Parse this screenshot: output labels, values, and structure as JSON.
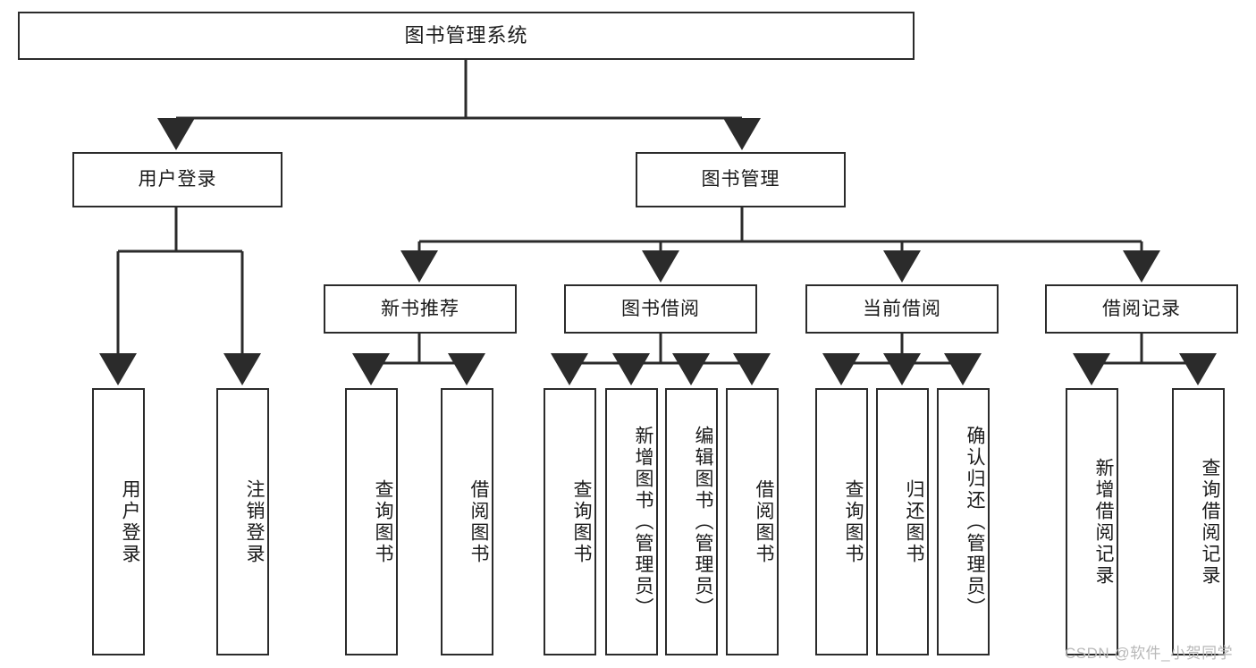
{
  "diagram": {
    "type": "hierarchy-tree",
    "title": "图书管理系统",
    "watermark": "CSDN @软件_小贺同学",
    "root": {
      "id": "root",
      "label": "图书管理系统"
    },
    "level2": [
      {
        "id": "user-login",
        "label": "用户登录"
      },
      {
        "id": "book-manage",
        "label": "图书管理"
      }
    ],
    "level3": [
      {
        "id": "new-book-rec",
        "label": "新书推荐",
        "parent": "book-manage"
      },
      {
        "id": "book-borrow",
        "label": "图书借阅",
        "parent": "book-manage"
      },
      {
        "id": "current-borrow",
        "label": "当前借阅",
        "parent": "book-manage"
      },
      {
        "id": "borrow-record",
        "label": "借阅记录",
        "parent": "book-manage"
      }
    ],
    "leaves": [
      {
        "id": "leaf-user-login",
        "label": "用户登录",
        "parent": "user-login"
      },
      {
        "id": "leaf-user-logout",
        "label": "注销登录",
        "parent": "user-login"
      },
      {
        "id": "leaf-query-book-1",
        "label": "查询图书",
        "parent": "new-book-rec"
      },
      {
        "id": "leaf-borrow-book-1",
        "label": "借阅图书",
        "parent": "new-book-rec"
      },
      {
        "id": "leaf-query-book-2",
        "label": "查询图书",
        "parent": "book-borrow"
      },
      {
        "id": "leaf-add-book",
        "label": "新增图书（管理员）",
        "parent": "book-borrow"
      },
      {
        "id": "leaf-edit-book",
        "label": "编辑图书（管理员）",
        "parent": "book-borrow"
      },
      {
        "id": "leaf-borrow-book-2",
        "label": "借阅图书",
        "parent": "book-borrow"
      },
      {
        "id": "leaf-query-book-3",
        "label": "查询图书",
        "parent": "current-borrow"
      },
      {
        "id": "leaf-return-book",
        "label": "归还图书",
        "parent": "current-borrow"
      },
      {
        "id": "leaf-confirm-return",
        "label": "确认归还（管理员）",
        "parent": "current-borrow"
      },
      {
        "id": "leaf-add-record",
        "label": "新增借阅记录",
        "parent": "borrow-record"
      },
      {
        "id": "leaf-query-record",
        "label": "查询借阅记录",
        "parent": "borrow-record"
      }
    ],
    "colors": {
      "stroke": "#2b2b2b",
      "fill": "#ffffff",
      "text": "#1a1a1a",
      "watermark": "#b8b8b8"
    }
  }
}
